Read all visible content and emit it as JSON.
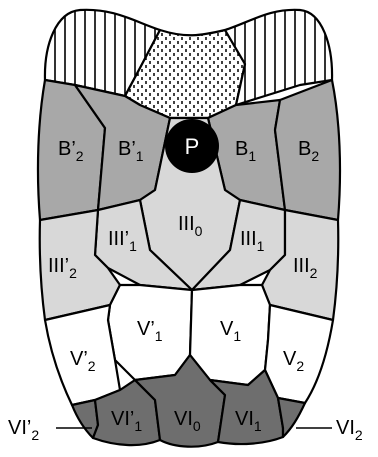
{
  "colors": {
    "B": "#a8a8a8",
    "III": "#d8d8d8",
    "V": "#ffffff",
    "VI": "#6e6e6e",
    "P": "#000000",
    "outline": "#000000"
  },
  "labels": {
    "P": "P",
    "B_prime_2": {
      "main": "B’",
      "sub": "2"
    },
    "B_prime_1": {
      "main": "B’",
      "sub": "1"
    },
    "B_1": {
      "main": "B",
      "sub": "1"
    },
    "B_2": {
      "main": "B",
      "sub": "2"
    },
    "III_0": {
      "main": "III",
      "sub": "0"
    },
    "III_prime_1": {
      "main": "III’",
      "sub": "1"
    },
    "III_1": {
      "main": "III",
      "sub": "1"
    },
    "III_prime_2": {
      "main": "III’",
      "sub": "2"
    },
    "III_2": {
      "main": "III",
      "sub": "2"
    },
    "V_prime_1": {
      "main": "V’",
      "sub": "1"
    },
    "V_1": {
      "main": "V",
      "sub": "1"
    },
    "V_prime_2": {
      "main": "V’",
      "sub": "2"
    },
    "V_2": {
      "main": "V",
      "sub": "2"
    },
    "VI_prime_2": {
      "main": "VI’",
      "sub": "2"
    },
    "VI_prime_1": {
      "main": "VI’",
      "sub": "1"
    },
    "VI_0": {
      "main": "VI",
      "sub": "0"
    },
    "VI_1": {
      "main": "VI",
      "sub": "1"
    },
    "VI_2": {
      "main": "VI",
      "sub": "2"
    }
  }
}
